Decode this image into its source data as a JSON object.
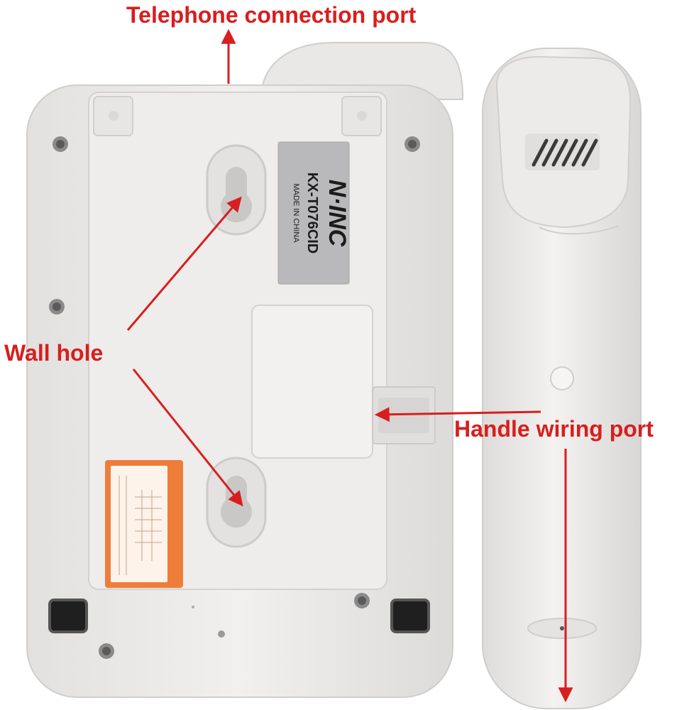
{
  "colors": {
    "label": "#d81e1e",
    "arrow": "#d81e1e",
    "plastic": "#ecebe9",
    "plastic_shadow": "#d6d5d3",
    "nameplate": "#b9b9bb",
    "sticker": "#ef7d3a"
  },
  "callouts": {
    "telephone_port": "Telephone connection port",
    "wall_hole": "Wall hole",
    "handle_port": "Handle wiring port"
  },
  "nameplate": {
    "brand": "N·INC",
    "model": "KX-T076CID",
    "origin": "MADE IN CHINA"
  }
}
